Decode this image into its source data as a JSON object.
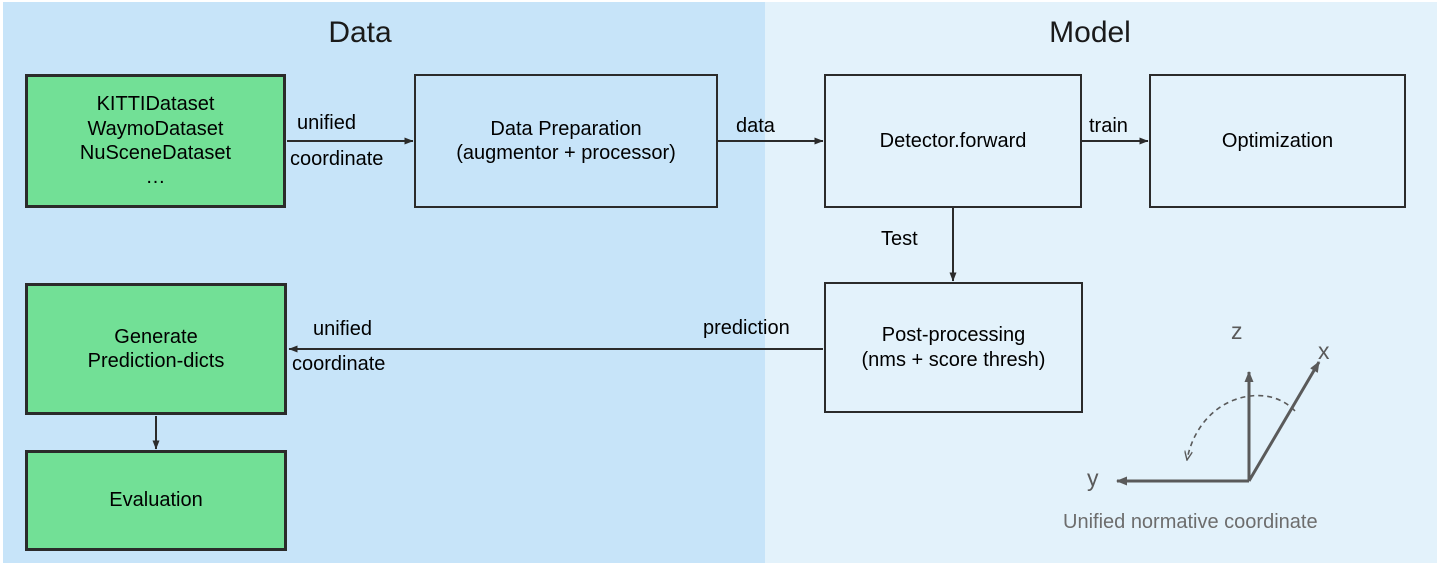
{
  "panels": {
    "data": {
      "title": "Data",
      "bg": "#c7e4f9"
    },
    "model": {
      "title": "Model",
      "bg": "#e3f2fb"
    }
  },
  "colors": {
    "green_fill": "#72e096",
    "green_stroke": "#2b2b2b",
    "box_stroke": "#2b2b2b",
    "axis_stroke": "#5a5a5a",
    "caption_text": "#6d6d6d"
  },
  "nodes": {
    "datasets": {
      "lines": [
        "KITTIDataset",
        "WaymoDataset",
        "NuSceneDataset",
        "…"
      ],
      "style": "green"
    },
    "data_preparation": {
      "lines": [
        "Data Preparation",
        "(augmentor + processor)"
      ],
      "style": "blue"
    },
    "detector_forward": {
      "lines": [
        "Detector.forward"
      ],
      "style": "blue"
    },
    "optimization": {
      "lines": [
        "Optimization"
      ],
      "style": "blue"
    },
    "post_processing": {
      "lines": [
        "Post-processing",
        "(nms + score thresh)"
      ],
      "style": "blue"
    },
    "generate_prediction_dicts": {
      "lines": [
        "Generate",
        "Prediction-dicts"
      ],
      "style": "green"
    },
    "evaluation": {
      "lines": [
        "Evaluation"
      ],
      "style": "green"
    }
  },
  "edges": {
    "datasets_to_prep_l1": "unified",
    "datasets_to_prep_l2": "coordinate",
    "prep_to_detector": "data",
    "detector_to_optimization": "train",
    "detector_to_postproc": "Test",
    "postproc_to_generate": "prediction",
    "postproc_to_generate_l1": "unified",
    "postproc_to_generate_l2": "coordinate"
  },
  "axes": {
    "caption": "Unified normative coordinate",
    "x_label": "x",
    "y_label": "y",
    "z_label": "z"
  }
}
